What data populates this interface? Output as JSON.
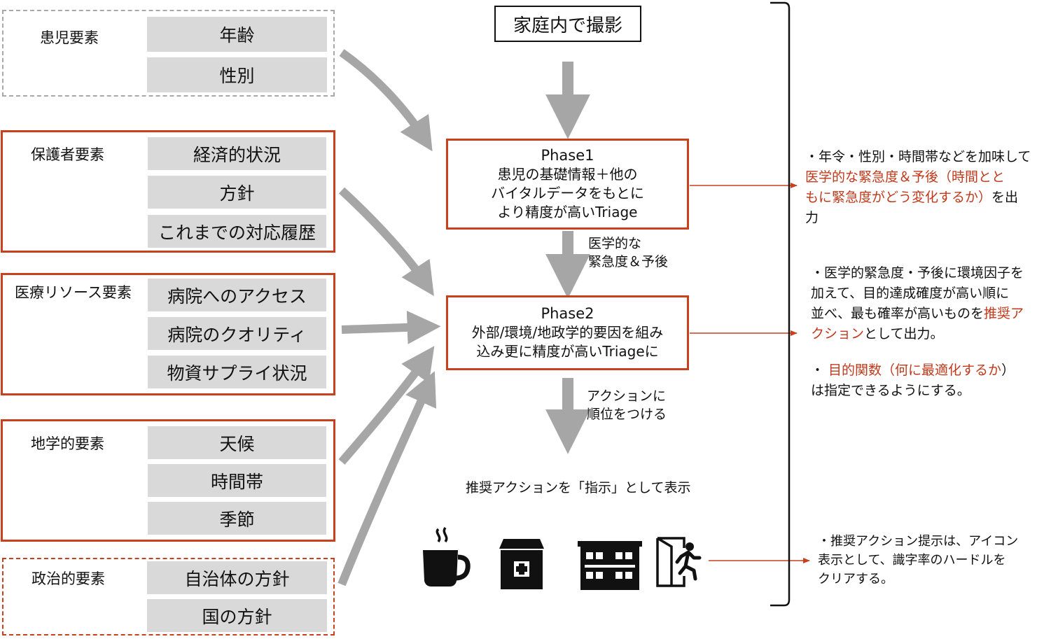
{
  "factors": [
    {
      "label": "患児要素",
      "items": [
        "年齢",
        "性別"
      ]
    },
    {
      "label": "保護者要素",
      "items": [
        "経済的状況",
        "方針",
        "これまでの対応履歴"
      ]
    },
    {
      "label": "医療リソース要素",
      "items": [
        "病院へのアクセス",
        "病院のクオリティ",
        "物資サプライ状況"
      ]
    },
    {
      "label": "地学的要素",
      "items": [
        "天候",
        "時間帯",
        "季節"
      ]
    },
    {
      "label": "政治的要素",
      "items": [
        "自治体の方針",
        "国の方針"
      ]
    }
  ],
  "flow": {
    "start": "家庭内で撮影",
    "phase1": {
      "name": "Phase1",
      "lines": [
        "患児の基礎情報＋他の",
        "バイタルデータをもとに",
        "より精度が高いTriage"
      ]
    },
    "step1_label": [
      "医学的な",
      "緊急度＆予後"
    ],
    "phase2": {
      "name": "Phase2",
      "lines": [
        "外部/環境/地政学的要因を組み",
        "込み更に精度が高いTriageに"
      ]
    },
    "step2_label": [
      "アクションに",
      "順位をつける"
    ],
    "display_caption": "推奨アクションを「指示」として表示",
    "icons": [
      "coffee-cup-icon",
      "clinic-icon",
      "hospital-building-icon",
      "emergency-exit-icon"
    ]
  },
  "notes": {
    "note1": {
      "line1": "・年令・性別・時間帯などを加味して",
      "line2": "医学的な緊急度＆予後（時間とと",
      "line3_red": "もに緊急度がどう変化するか）",
      "line3_black": "を出",
      "line4": "力"
    },
    "note2": {
      "line1": "・医学的緊急度・予後に環境因子を",
      "line2": "加えて、目的達成確度が高い順に",
      "line3_black": "並べ、最も確率が高いものを",
      "line3_red": "推奨ア",
      "line4_red": "クション",
      "line4_black": "として出力。"
    },
    "note3": {
      "bullet": "・ ",
      "line1_red": "目的関数（何に最適化するか",
      "line1_black": "）",
      "line2": "は指定できるようにする。"
    },
    "note4": {
      "line1": "・推奨アクション提示は、アイコン",
      "line2": "表示として、識字率のハードルを",
      "line3": "クリアする。"
    }
  },
  "colors": {
    "accent_red": "#c8401c",
    "arrow_gray": "#a6a6a6",
    "chip_gray": "#d9d9d9"
  }
}
